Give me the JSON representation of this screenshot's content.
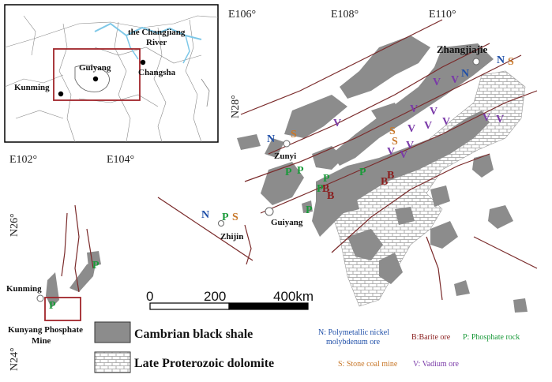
{
  "map": {
    "coords": {
      "top": [
        "E106°",
        "E108°",
        "E110°"
      ],
      "bottom": [
        "E102°",
        "E104°"
      ],
      "left": [
        "N28°",
        "N26°",
        "N24°"
      ]
    },
    "inset": {
      "river": "the Changjiang",
      "river2": "River",
      "cities": [
        "Guiyang",
        "Changsha",
        "Kunming"
      ]
    },
    "cities": {
      "zhangjiajie": "Zhangjiajie",
      "zunyi": "Zunyi",
      "guiyang": "Guiyang",
      "zhijin": "Zhijin",
      "kunming": "Kunming",
      "kunyang1": "Kunyang Phosphate",
      "kunyang2": "Mine"
    },
    "scalebar": {
      "labels": [
        "0",
        "200",
        "400km"
      ]
    },
    "legend": {
      "shale": "Cambrian black shale",
      "dolomite": "Late Proterozoic dolomite"
    },
    "ore_legend": {
      "n1": "N:  Polymetallic nickel",
      "n2": "molybdenum ore",
      "b": "B:Barite ore",
      "p": "P:  Phosphate rock",
      "s": "S:  Stone coal mine",
      "v": "V:  Vadium ore"
    },
    "ore_codes": {
      "N": "N",
      "S": "S",
      "P": "P",
      "B": "B",
      "V": "V"
    },
    "colors": {
      "shale": "#8c8c8c",
      "fault": "#7a2a2a",
      "N": "#1f4fa8",
      "S": "#c8782a",
      "P": "#1a9a3a",
      "B": "#8a1e1e",
      "V": "#7a3aa8",
      "river": "#7ec8e8",
      "box": "#a0252a"
    }
  }
}
